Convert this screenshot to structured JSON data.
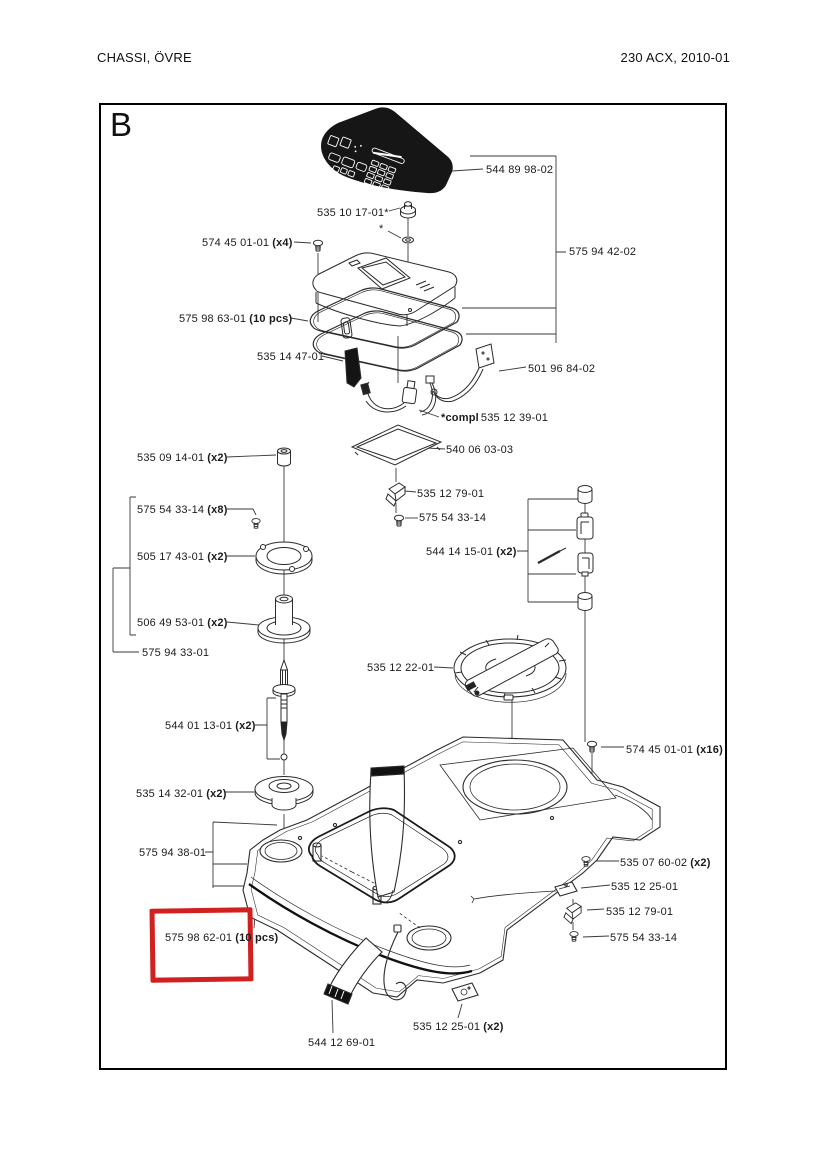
{
  "header": {
    "title": "CHASSI, ÖVRE",
    "doc_ref": "230 ACX, 2010-01"
  },
  "diagram": {
    "section": "B",
    "highlight_color": "#d02020",
    "parts": [
      {
        "num": "544 89 98-02"
      },
      {
        "num": "535 10 17-01*"
      },
      {
        "num": "574 45 01-01",
        "qty": "(x4)"
      },
      {
        "num": "575 94 42-02"
      },
      {
        "num": "575 98 63-01",
        "qty": "(10 pcs)"
      },
      {
        "num": "535 14 47-01"
      },
      {
        "num": "501 96 84-02"
      },
      {
        "pre": "*compl",
        "num": "535 12 39-01"
      },
      {
        "num": "540 06 03-03"
      },
      {
        "num": "535 12 79-01"
      },
      {
        "num": "575 54 33-14"
      },
      {
        "num": "535 09 14-01",
        "qty": "(x2)"
      },
      {
        "num": "575 54 33-14",
        "qty": "(x8)"
      },
      {
        "num": "505 17 43-01",
        "qty": "(x2)"
      },
      {
        "num": "506 49 53-01",
        "qty": "(x2)"
      },
      {
        "num": "575 94 33-01"
      },
      {
        "num": "544 01 13-01",
        "qty": "(x2)"
      },
      {
        "num": "535 14 32-01",
        "qty": "(x2)"
      },
      {
        "num": "535 12 22-01"
      },
      {
        "num": "544 14 15-01",
        "qty": "(x2)"
      },
      {
        "num": "574 45 01-01",
        "qty": "(x16)"
      },
      {
        "num": "535 07 60-02",
        "qty": "(x2)"
      },
      {
        "num": "535 12 25-01"
      },
      {
        "num": "535 12 79-01"
      },
      {
        "num": "575 54 33-14"
      },
      {
        "num": "575 94 38-01"
      },
      {
        "num": "575 98 62-01",
        "qty": "(10 pcs)"
      },
      {
        "num": "535 12 25-01",
        "qty": "(x2)"
      },
      {
        "num": "544 12 69-01"
      },
      {
        "num": "*"
      }
    ]
  }
}
